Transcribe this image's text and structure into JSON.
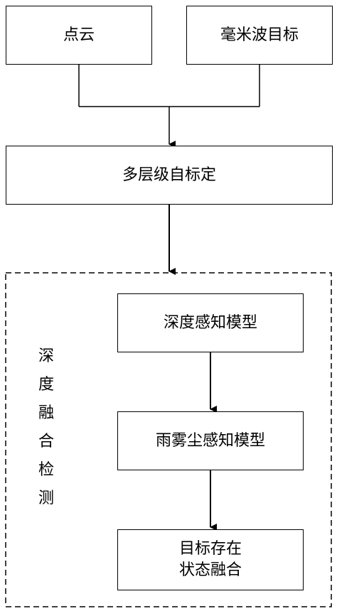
{
  "nodes": {
    "point_cloud": "点云",
    "mmwave_target": "毫米波目标",
    "multi_level_calibration": "多层级自标定",
    "depth_perception_model": "深度感知模型",
    "rain_fog_dust_model": "雨雾尘感知模型",
    "target_fusion_line1": "目标存在",
    "target_fusion_line2": "状态融合"
  },
  "group": {
    "label_chars": [
      "深",
      "度",
      "融",
      "合",
      "检",
      "测"
    ]
  },
  "colors": {
    "line": "#000000",
    "background": "#ffffff"
  }
}
